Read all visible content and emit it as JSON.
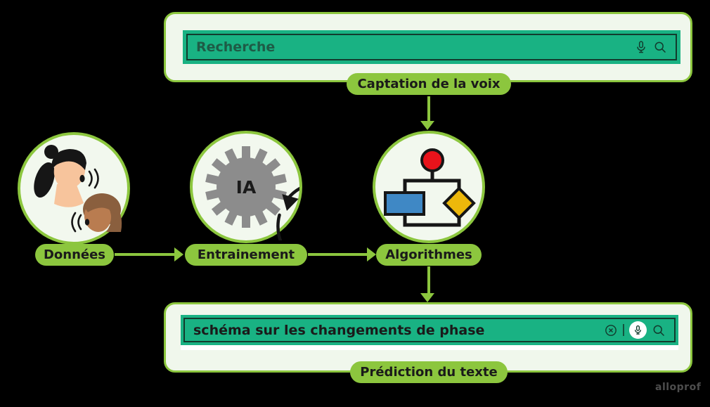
{
  "palette": {
    "background": "#000000",
    "accent_green": "#8cc63e",
    "teal": "#19b283",
    "panel_bg": "#f0f7ec",
    "circle_bg": "#f2f8ee",
    "dark_border": "#123b2d",
    "placeholder_green": "#1e5b46",
    "text_black": "#1a1a1a",
    "gear_gray": "#8c8c8c",
    "flow_red": "#e8131b",
    "flow_blue": "#3f88c5",
    "flow_yellow": "#edb80b",
    "skin_light": "#f7c49c",
    "skin_dark": "#b97c50",
    "hair_black": "#161616",
    "hair_brown": "#8a5f3e",
    "watermark_gray": "#4d4d4d",
    "white": "#ffffff"
  },
  "top_panel": {
    "label": "Captation de la voix",
    "search_bar": {
      "value": "Recherche",
      "icons": [
        "microphone-icon",
        "search-icon"
      ]
    }
  },
  "nodes": [
    {
      "label": "Données",
      "icon": "people-talking-icon"
    },
    {
      "label": "Entrainement",
      "icon": "ai-training-cycle-icon",
      "gear_text": "IA"
    },
    {
      "label": "Algorithmes",
      "icon": "flowchart-icon"
    }
  ],
  "bottom_panel": {
    "label": "Prédiction du texte",
    "search_bar": {
      "value": "schéma sur les changements de phase",
      "icons": [
        "clear-icon",
        "microphone-icon",
        "search-icon"
      ]
    }
  },
  "watermark": "alloprof"
}
